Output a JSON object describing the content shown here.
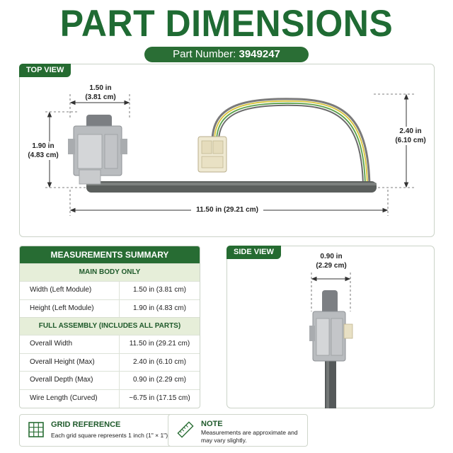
{
  "title": "PART DIMENSIONS",
  "part_number": {
    "label": "Part Number:",
    "value": "3949247"
  },
  "top_view": {
    "tab": "TOP VIEW",
    "dim_width_in": "1.50 in",
    "dim_width_cm": "(3.81 cm)",
    "dim_height_in": "1.90 in",
    "dim_height_cm": "(4.83 cm)",
    "dim_overall_height_in": "2.40 in",
    "dim_overall_height_cm": "(6.10 cm)",
    "dim_overall_width": "11.50 in (29.21 cm)"
  },
  "summary": {
    "header": "MEASUREMENTS SUMMARY",
    "section1": "MAIN BODY ONLY",
    "rows1": [
      {
        "label": "Width (Left Module)",
        "value": "1.50 in (3.81 cm)"
      },
      {
        "label": "Height (Left Module)",
        "value": "1.90 in (4.83 cm)"
      }
    ],
    "section2": "FULL ASSEMBLY (INCLUDES ALL PARTS)",
    "rows2": [
      {
        "label": "Overall Width",
        "value": "11.50 in (29.21 cm)"
      },
      {
        "label": "Overall Height (Max)",
        "value": "2.40 in (6.10 cm)"
      },
      {
        "label": "Overall Depth (Max)",
        "value": "0.90 in (2.29 cm)"
      },
      {
        "label": "Wire Length (Curved)",
        "value": "~6.75 in (17.15 cm)"
      }
    ]
  },
  "side_view": {
    "tab": "SIDE VIEW",
    "dim_depth_in": "0.90 in",
    "dim_depth_cm": "(2.29 cm)"
  },
  "grid_reference": {
    "title": "GRID REFERENCE",
    "text": "Each grid square represents 1 inch (1\" × 1\")"
  },
  "note": {
    "title": "NOTE",
    "line1": "Measurements are approximate and",
    "line2": "may vary slightly."
  },
  "colors": {
    "brand_green": "#256b31",
    "light_green": "#e6eed9"
  }
}
